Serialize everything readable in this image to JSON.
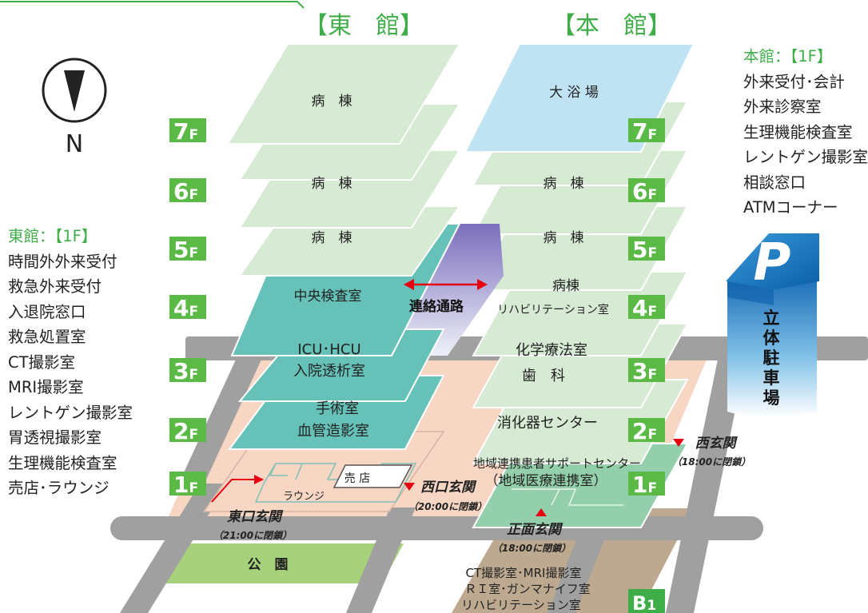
{
  "buildings": {
    "east": "【東　館】",
    "main": "【本　館】"
  },
  "compass": {
    "label": "N"
  },
  "floor_badges": {
    "f7": "7F",
    "f6": "6F",
    "f5": "5F",
    "f4": "4F",
    "f3": "3F",
    "f2": "2F",
    "f1": "1F",
    "b1": "B1"
  },
  "east_floors": {
    "f7": "病　棟",
    "f6": "病　棟",
    "f5": "病　棟",
    "f4": "中央検査室",
    "f3": [
      "ICU･HCU",
      "入院透析室"
    ],
    "f2": [
      "手術室",
      "血管造影室"
    ],
    "f1_shop": "売 店",
    "f1_lounge": "ラウンジ"
  },
  "main_floors": {
    "f7": "大 浴 場",
    "f6": "病　棟",
    "f5": "病　棟",
    "f4": [
      "病棟",
      "リハビリテーション室"
    ],
    "f3": [
      "化学療法室",
      "歯　科"
    ],
    "f2": "消化器センター",
    "f1": [
      "地域連携患者サポートセンター",
      "（地域医療連携室）"
    ],
    "b1": [
      "CT撮影室･MRI撮影室",
      "ＲＩ室･ガンマナイフ室",
      "リハビリテーション室"
    ]
  },
  "corridor": "連絡通路",
  "parking": {
    "icon": "P",
    "label": "立体駐車場"
  },
  "park": "公　園",
  "entrances": {
    "east": {
      "name": "東口玄関",
      "hours": "（21:00に閉鎖）"
    },
    "west_center": {
      "name": "西口玄関",
      "hours": "（20:00に閉鎖）"
    },
    "front": {
      "name": "正面玄関",
      "hours": "（18:00に閉鎖）"
    },
    "west": {
      "name": "西玄関",
      "hours": "（18:00に閉鎖）"
    }
  },
  "east_1f_list": {
    "heading": "東館：【1F】",
    "items": [
      "時間外外来受付",
      "救急外来受付",
      "入退院窓口",
      "救急処置室",
      "CT撮影室",
      "MRI撮影室",
      "レントゲン撮影室",
      "胃透視撮影室",
      "生理機能検査室",
      "売店･ラウンジ"
    ]
  },
  "main_1f_list": {
    "heading": "本館：【1F】",
    "items": [
      "外来受付･会計",
      "外来診察室",
      "生理機能検査室",
      "レントゲン撮影室",
      "相談窓口",
      "ATMコーナー"
    ]
  },
  "colors": {
    "green_badge": "#5bb946",
    "light_green": "#d6ead4",
    "teal": "#66c2b8",
    "sky_blue": "#bfe3f3",
    "salmon": "#f8d6c4",
    "road": "#a0a0a0",
    "park": "#a7d17a",
    "accent_red": "#e60012",
    "heading_green": "#3fae49"
  }
}
